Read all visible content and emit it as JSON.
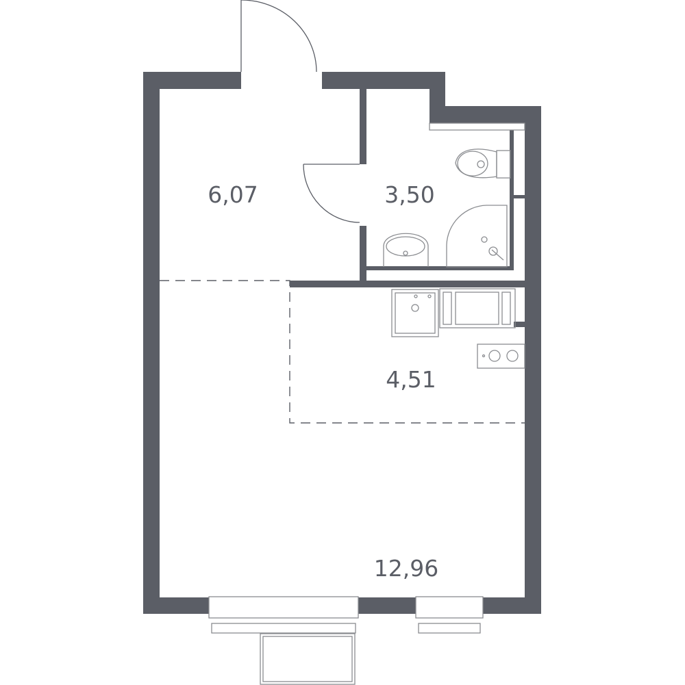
{
  "colors": {
    "wall": "#5b5e66",
    "fixture": "#8a8c90"
  },
  "rooms": [
    {
      "name": "hallway",
      "area": "6,07"
    },
    {
      "name": "bathroom",
      "area": "3,50"
    },
    {
      "name": "kitchen",
      "area": "4,51"
    },
    {
      "name": "living-room",
      "area": "12,96"
    }
  ]
}
